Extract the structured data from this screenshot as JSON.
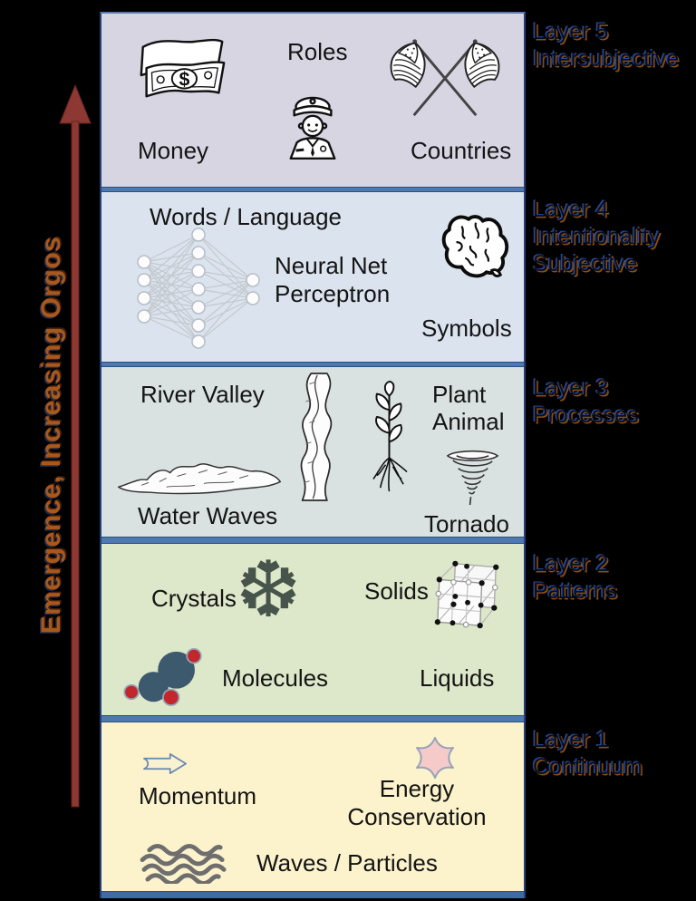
{
  "left_axis": {
    "label": "Emergence, Increasing Orgos",
    "arrow_color": "#8e3833",
    "text_color": "#a8581c"
  },
  "colors": {
    "background": "#000000",
    "divider_blue": "#4e79b0",
    "side_border_blue": "#24427a",
    "bottom_bar_blue": "#3f6ba3",
    "band_text": "#141414",
    "molecule_blue": "#3d596e",
    "molecule_red": "#c3272b",
    "energy_star_pink": "#f7caca",
    "momentum_arrow_fill": "#f8f2d2",
    "waves_gray": "#6e6e6e"
  },
  "layers": [
    {
      "right_label_lines": [
        "Layer 5",
        "Intersubjective"
      ],
      "band_color": "#d8d5e3",
      "items": {
        "roles": "Roles",
        "money": "Money",
        "countries": "Countries"
      },
      "icons": [
        "money-icon",
        "police-officer-icon",
        "crossed-flags-icon"
      ]
    },
    {
      "right_label_lines": [
        "Layer 4",
        "Intentionality",
        "Subjective"
      ],
      "band_color": "#dbe3ee",
      "items": {
        "words": "Words / Language",
        "neural_line1": "Neural Net",
        "neural_line2": "Perceptron",
        "symbols": "Symbols"
      },
      "icons": [
        "neural-network-icon",
        "brain-icon"
      ]
    },
    {
      "right_label_lines": [
        "Layer 3",
        "Processes"
      ],
      "band_color": "#d9e2e0",
      "items": {
        "river_valley": "River Valley",
        "plant_line1": "Plant",
        "plant_line2": "Animal",
        "water_waves": "Water Waves",
        "tornado": "Tornado"
      },
      "icons": [
        "river-icon",
        "plant-icon",
        "mountains-water-icon",
        "tornado-icon"
      ]
    },
    {
      "right_label_lines": [
        "Layer 2",
        "Patterns"
      ],
      "band_color": "#dde7c9",
      "snowflake_glyph": "❆",
      "items": {
        "crystals": "Crystals",
        "solids": "Solids",
        "molecules": "Molecules",
        "liquids": "Liquids"
      },
      "icons": [
        "snowflake-icon",
        "crystal-lattice-icon",
        "molecule-icon"
      ]
    },
    {
      "right_label_lines": [
        "Layer 1",
        "Continuum"
      ],
      "band_color": "#fcf2cb",
      "items": {
        "momentum": "Momentum",
        "energy_line1": "Energy",
        "energy_line2": "Conservation",
        "waves_particles": "Waves / Particles"
      },
      "icons": [
        "momentum-arrow-icon",
        "energy-star-icon",
        "waves-icon"
      ]
    }
  ]
}
